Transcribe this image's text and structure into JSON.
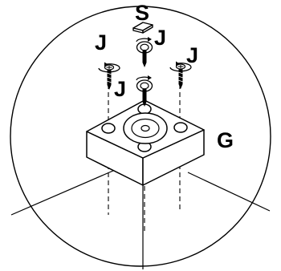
{
  "labels": {
    "screw": "J",
    "cap": "S",
    "block": "G"
  },
  "colors": {
    "line": "#000000",
    "background": "#ffffff"
  },
  "parts": {
    "screw_count": 4,
    "block_hole_count": 4
  }
}
